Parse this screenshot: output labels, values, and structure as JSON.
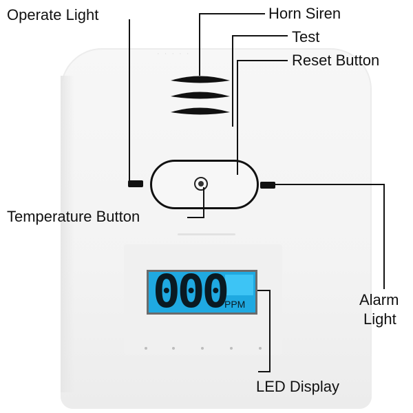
{
  "labels": {
    "operate_light": "Operate Light",
    "horn_siren": "Horn Siren",
    "test": "Test",
    "reset_button": "Reset Button",
    "temperature_button": "Temperature Button",
    "alarm_light_line1": "Alarm",
    "alarm_light_line2": "Light",
    "led_display": "LED Display"
  },
  "display": {
    "reading": "000",
    "unit": "PPM"
  },
  "colors": {
    "lcd_background": "#1fa9e1",
    "device_body": "#f5f5f5",
    "ink": "#111111"
  }
}
